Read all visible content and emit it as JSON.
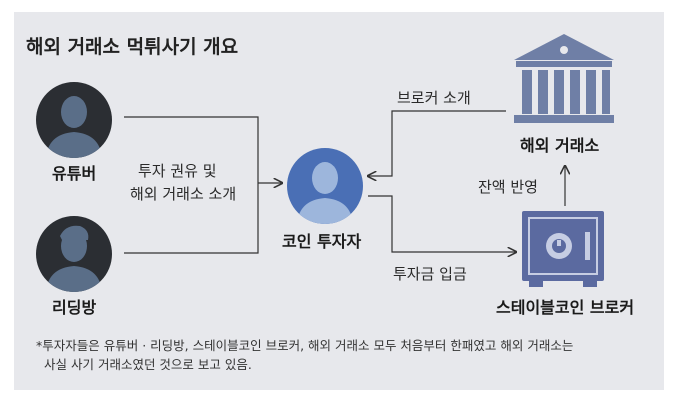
{
  "title": "해외 거래소 먹튀사기 개요",
  "nodes": {
    "youtuber": "유튜버",
    "reading_room": "리딩방",
    "investor": "코인 투자자",
    "exchange": "해외 거래소",
    "broker": "스테이블코인 브로커"
  },
  "edges": {
    "solicit_line1": "투자 권유 및",
    "solicit_line2": "해외 거래소 소개",
    "broker_intro": "브로커 소개",
    "balance": "잔액 반영",
    "deposit": "투자금 입금"
  },
  "footnote": {
    "line1": "*투자자들은 유튜버 · 리딩방, 스테이블코인 브로커, 해외 거래소 모두 처음부터 한패였고 해외 거래소는",
    "line2": "사실 사기 거래소였던 것으로 보고 있음."
  },
  "colors": {
    "panel": "#e7e8ec",
    "person_dark": "#2b2e33",
    "person_fill": "#5a6e88",
    "investor_blue": "#4a6fb5",
    "investor_fill": "#9db6dc",
    "building": "#6f7fa6",
    "safe": "#5b6aa0",
    "line": "#333333"
  }
}
